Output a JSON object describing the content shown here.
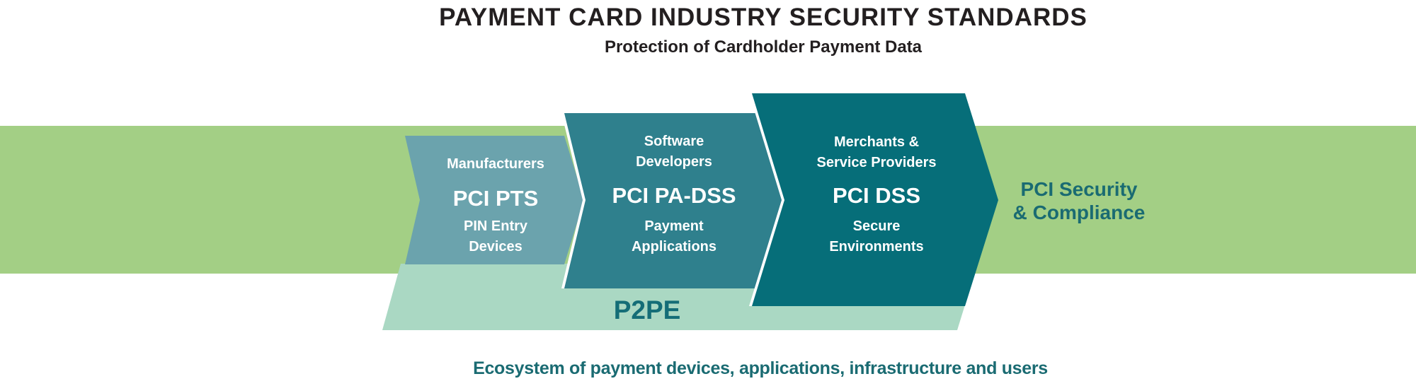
{
  "title": "PAYMENT CARD INDUSTRY SECURITY STANDARDS",
  "subtitle": "Protection of Cardholder Payment Data",
  "colors": {
    "title_text": "#231f20",
    "band_green": "#a3cf85",
    "p2pe_mint": "#aad8c3",
    "pts_blue": "#6ba3ad",
    "pa_dss_teal": "#2f808d",
    "dss_dark_teal": "#066e79",
    "teal_text": "#1a6b72",
    "accent_teal": "#146d77",
    "white": "#ffffff"
  },
  "arrows": [
    {
      "audience_lines": [
        "Manufacturers"
      ],
      "standard": "PCI PTS",
      "scope_lines": [
        "PIN Entry",
        "Devices"
      ]
    },
    {
      "audience_lines": [
        "Software",
        "Developers"
      ],
      "standard": "PCI PA-DSS",
      "scope_lines": [
        "Payment",
        "Applications"
      ]
    },
    {
      "audience_lines": [
        "Merchants &",
        "Service Providers"
      ],
      "standard": "PCI DSS",
      "scope_lines": [
        "Secure",
        "Environments"
      ]
    }
  ],
  "outcome_lines": [
    "PCI Security",
    "& Compliance"
  ],
  "p2pe_label": "P2PE",
  "caption": "Ecosystem of payment devices, applications, infrastructure and users"
}
